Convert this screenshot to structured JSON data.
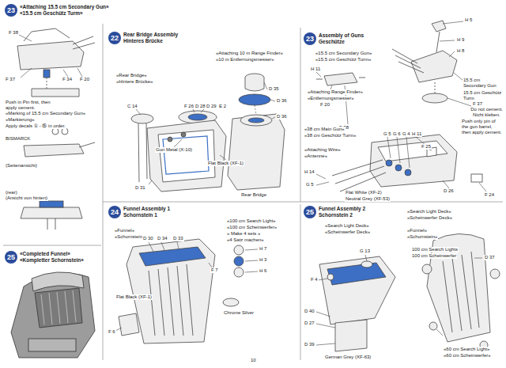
{
  "diagram": {
    "nodes": [
      {
        "text": [
          "23",
          "«Attaching 15.5 cm Secondary Gun»",
          "«15.5 cm Geschütz Turm»"
        ]
      },
      {
        "text": [
          "22",
          "Rear Bridge Assembly",
          "Hinteres Brücke"
        ]
      },
      {
        "text": [
          "23",
          "Assembly of Guns",
          "Geschütze"
        ]
      },
      {
        "text": [
          "24",
          "Funnel Assembly 1",
          "Schornstein 1"
        ]
      },
      {
        "text": [
          "25",
          "Funnel Assembly 2",
          "Schornstein 2"
        ]
      },
      {
        "text": [
          "25",
          "«Completed Funnel»",
          "«Kompletter Schornstein»"
        ]
      }
    ],
    "labels": [
      "F 38",
      "F 37",
      "F 34",
      "F 20",
      "Push in Pin first, then apply cement.",
      "«Marking of 15.5 cm Secondary Gun»",
      "«Markierung»",
      "Apply decals ① - ⑮ in order.",
      "BISMARCK",
      "(Seitenansicht)",
      "(rear)",
      "(Ansicht von hinten)",
      "«Rear Bridge»",
      "«Hintere Brücke»",
      "C 14",
      "F 26",
      "D 28",
      "D 29",
      "E 2",
      "Gun Metal (X-10)",
      "Flat Black (XF-1)",
      "D 31",
      "«Attaching 10 m Range Finder»",
      "«10 m Entfernungsmesser»",
      "D 35",
      "D 36",
      "D 36",
      "Rear Bridge",
      "«15.5 cm Secondary Gun»",
      "«15.5 cm Geschütz Turm»",
      "H 11",
      "«Attaching Range Finder»",
      "«Entfernungsmesser»",
      "F 20",
      "F 38",
      "H 5",
      "H 9",
      "H 8",
      "15.5 cm Secondary Gun",
      "15.5 cm Geschütz Turm",
      "F 37",
      "Do not cement.",
      "Nicht kleben.",
      "Push only pin of the gun barrel, then apply cement.",
      "«38 cm Main Gun»",
      "«38 cm Geschütz Turm»",
      "«Attaching Wire»",
      "«Antenne»",
      "H 14",
      "G 5",
      "G 5",
      "G 6",
      "G 4",
      "H 11",
      "F 25",
      "Flat White (XF-2)",
      "Neutral Grey (XF-53)",
      "D 26",
      "F 24",
      "«Funnel»",
      "«Schornstein»",
      "D 30",
      "D 34",
      "D 33",
      "«100 cm Search Light»",
      "«100 cm Scheinwerfer»",
      "« Make 4 sets »",
      "«4 Satz machen»",
      "H 7",
      "H 3",
      "H 6",
      "Chrome Silver",
      "Flat Black (XF-1)",
      "F 7",
      "F 6",
      "«Search Light Deck»",
      "«Scheinwerfer Deck»",
      "G 13",
      "F 4",
      "D 40",
      "D 27",
      "D 39",
      "German Grey (XF-63)",
      "«Search Light Deck»",
      "«Scheinwerfer Deck»",
      "«Funnel»",
      "«Schornstein»",
      "100 cm Search Lights",
      "100 cm Scheinwerfer",
      "D 37",
      "«60 cm Search Light»",
      "«60 cm Scheinwerfer»",
      "10"
    ]
  }
}
